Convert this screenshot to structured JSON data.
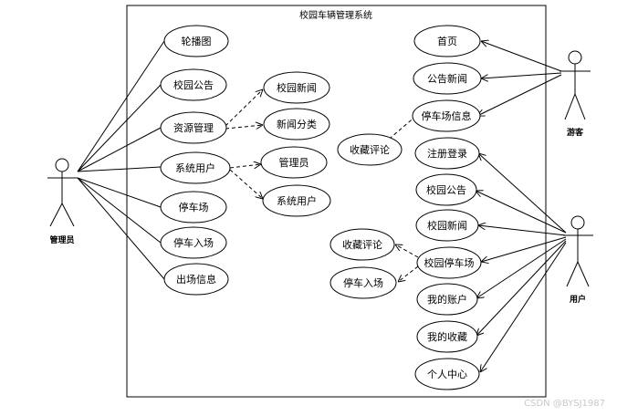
{
  "system_title": "校园车辆管理系统",
  "actors": {
    "admin": "管理员",
    "visitor": "游客",
    "user": "用户"
  },
  "use_cases": {
    "carousel": "轮播图",
    "campus_notice": "校园公告",
    "resource_mgmt": "资源管理",
    "campus_news_admin": "校园新闻",
    "news_category": "新闻分类",
    "system_user": "系统用户",
    "administrator": "管理员",
    "system_user_sub": "系统用户",
    "parking_lot": "停车场",
    "parking_entry": "停车入场",
    "exit_info": "出场信息",
    "home": "首页",
    "notice_news": "公告新闻",
    "parking_info": "停车场信息",
    "fav_comment_visitor": "收藏评论",
    "register_login": "注册登录",
    "user_campus_notice": "校园公告",
    "user_campus_news": "校园新闻",
    "campus_parking": "校园停车场",
    "my_account": "我的账户",
    "my_favorites": "我的收藏",
    "personal_center": "个人中心",
    "fav_comment_user": "收藏评论",
    "parking_entry_user": "停车入场"
  },
  "watermark": "CSDN @BYSJ1987"
}
